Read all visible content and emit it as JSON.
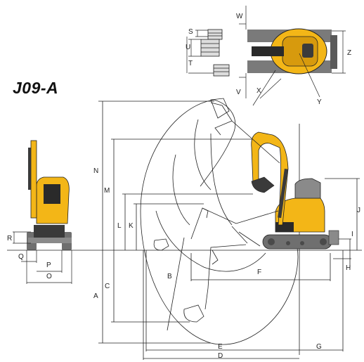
{
  "model": "J09-A",
  "dimension_labels": {
    "A": "A",
    "B": "B",
    "C": "C",
    "D": "D",
    "E": "E",
    "F": "F",
    "G": "G",
    "H": "H",
    "I": "I",
    "J": "J",
    "K": "K",
    "L": "L",
    "M": "M",
    "N": "N",
    "O": "O",
    "P": "P",
    "Q": "Q",
    "R": "R",
    "S": "S",
    "T": "T",
    "U": "U",
    "V": "V",
    "W": "W",
    "X": "X",
    "Y": "Y",
    "Z": "Z"
  },
  "colors": {
    "machine_yellow": "#f3b617",
    "machine_dark": "#2a2a2a",
    "track_gray": "#6f6f6f",
    "line": "#222222"
  }
}
